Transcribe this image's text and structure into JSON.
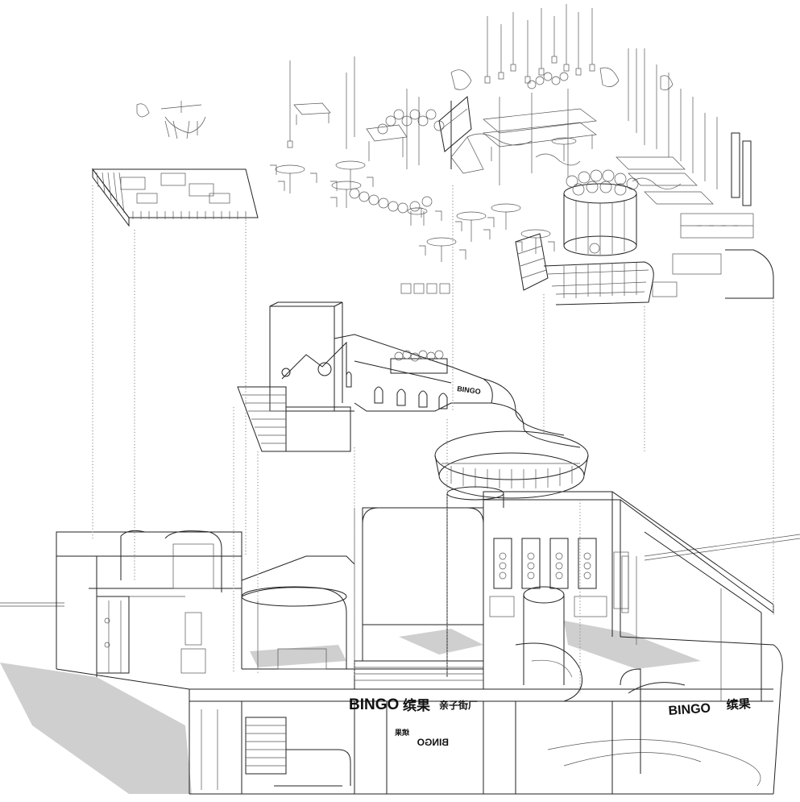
{
  "drawing": {
    "signage": {
      "front_brand": "BINGO",
      "front_cjk": "缤果",
      "front_sub": "亲子街厂",
      "right_brand": "BINGO",
      "right_cjk": "缤果",
      "tower_sign": "BINGO",
      "mirrored_cjk": "缤果",
      "mirrored_brand": "BINGO"
    },
    "colors": {
      "line": "#222222",
      "shadow": "#cfcfcf",
      "guide": "#8a8a8a",
      "background": "#ffffff"
    }
  }
}
